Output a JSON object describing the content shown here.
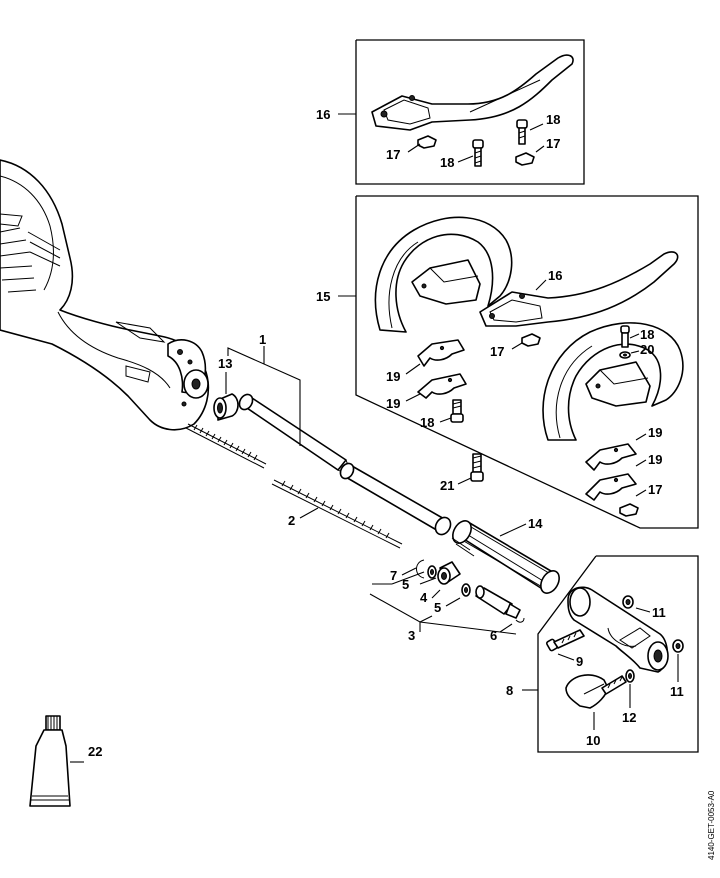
{
  "drawing_code": "4140-GET-0053-A0",
  "callouts": {
    "c1": "1",
    "c2": "2",
    "c3": "3",
    "c4": "4",
    "c5a": "5",
    "c5b": "5",
    "c6": "6",
    "c7": "7",
    "c8": "8",
    "c9": "9",
    "c10": "10",
    "c11a": "11",
    "c11b": "11",
    "c12": "12",
    "c13": "13",
    "c14": "14",
    "c15": "15",
    "c16a": "16",
    "c16b": "16",
    "c17a": "17",
    "c17b": "17",
    "c17c": "17",
    "c17d": "17",
    "c18a": "18",
    "c18b": "18",
    "c18c": "18",
    "c18d": "18",
    "c19a": "19",
    "c19b": "19",
    "c19c": "19",
    "c19d": "19",
    "c20": "20",
    "c21": "21",
    "c22": "22"
  }
}
